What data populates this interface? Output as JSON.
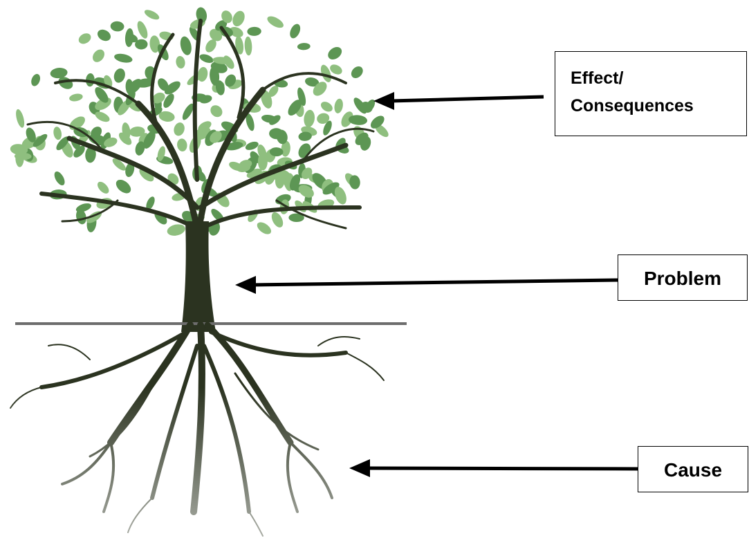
{
  "labels": {
    "effect": "Effect/\nConsequences",
    "problem": "Problem",
    "cause": "Cause"
  },
  "colors": {
    "foliage_light": "#8fbf7f",
    "foliage_dark": "#5d9654",
    "trunk": "#2b3320",
    "ground_line": "#6d6d6d",
    "arrow": "#000000"
  }
}
